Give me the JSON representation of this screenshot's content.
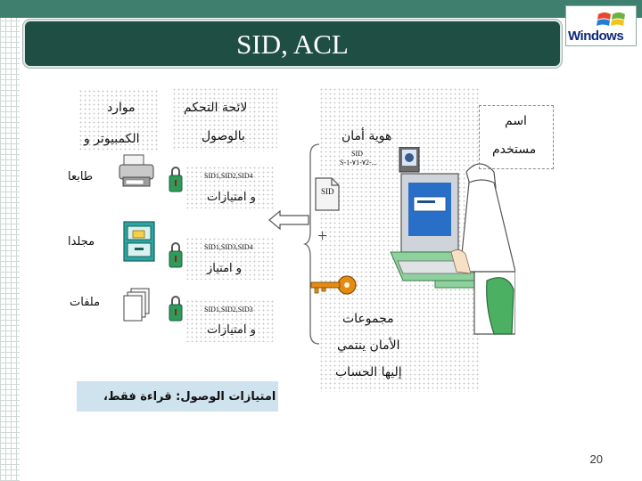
{
  "title": "SID, ACL",
  "logo": {
    "text": "Windows"
  },
  "resources": {
    "header_line1": "موارد",
    "header_line2": "الكمبيوتر و",
    "printers": "طابعا",
    "folders": "مجلدا",
    "files": "ملفات"
  },
  "acl": {
    "header_line1": "لائحة التحكم",
    "header_line2": "بالوصول",
    "row1_sids": "SID1,SID2,SID4",
    "row1_label": "و امتيازات",
    "row2_sids": "SID1,SID3,SID4",
    "row2_label": "و امتياز",
    "row3_sids": "SID1,SID2,SID3",
    "row3_label": "و امتيازات"
  },
  "user": {
    "name_line1": "اسم",
    "name_line2": "مستخدم"
  },
  "token": {
    "security_id": "هوية أمان",
    "sid_label": "SID",
    "sid_value": "S-1-٧1-٧2-...",
    "doc_label": "SID",
    "plus": "+",
    "groups_line1": "مجموعات",
    "groups_line2": "الأمان ينتمي",
    "groups_line3": "إليها الحساب"
  },
  "access_rights": "امتيازات الوصول: قراءة فقط،",
  "page_number": "20",
  "colors": {
    "title_bg": "#1f4e44",
    "top_band": "#3e7f6d",
    "bottom_box": "#cfe3ee"
  }
}
